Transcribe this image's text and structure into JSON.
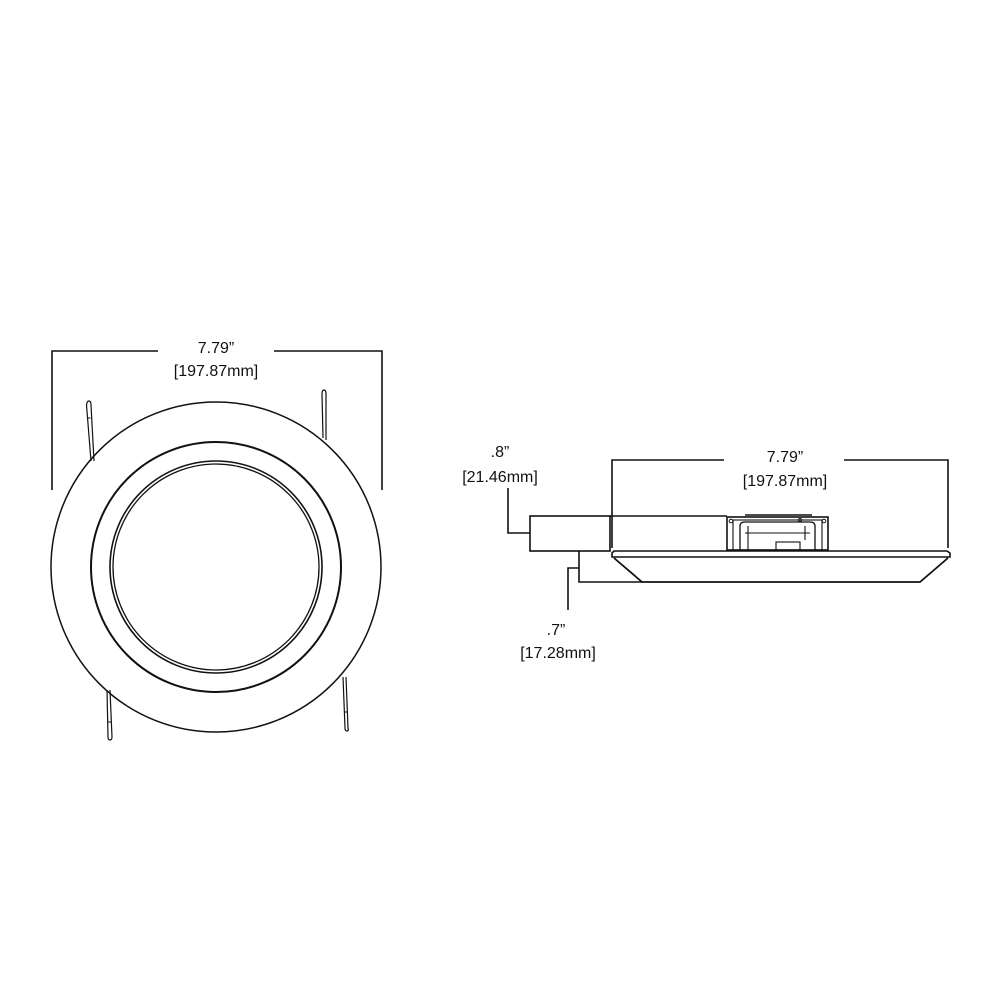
{
  "drawing": {
    "background": "#ffffff",
    "line_color": "#111111"
  },
  "top_view": {
    "width_dimension": {
      "imperial": "7.79”",
      "metric": "[197.87mm]"
    }
  },
  "side_view": {
    "width_dimension": {
      "imperial": "7.79”",
      "metric": "[197.87mm]"
    },
    "housing_height_dimension": {
      "imperial": ".8”",
      "metric": "[21.46mm]"
    },
    "trim_height_dimension": {
      "imperial": ".7”",
      "metric": "[17.28mm]"
    }
  }
}
